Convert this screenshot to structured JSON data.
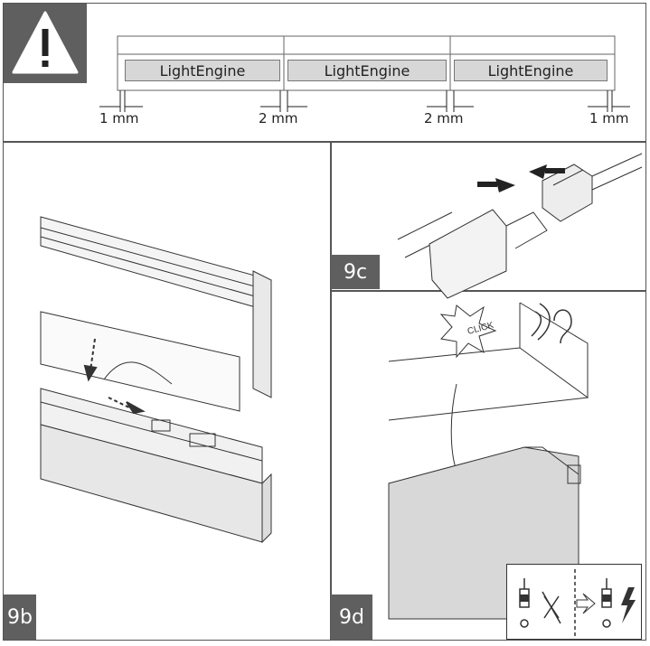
{
  "top_panel": {
    "warning_icon": "warning-triangle-icon",
    "engines": [
      "LightEngine",
      "LightEngine",
      "LightEngine"
    ],
    "gaps": [
      "1 mm",
      "2 mm",
      "2 mm",
      "1 mm"
    ]
  },
  "panels": {
    "b": {
      "label": "9b"
    },
    "c": {
      "label": "9c"
    },
    "d": {
      "label": "9d",
      "click_text": "CLICK"
    }
  }
}
